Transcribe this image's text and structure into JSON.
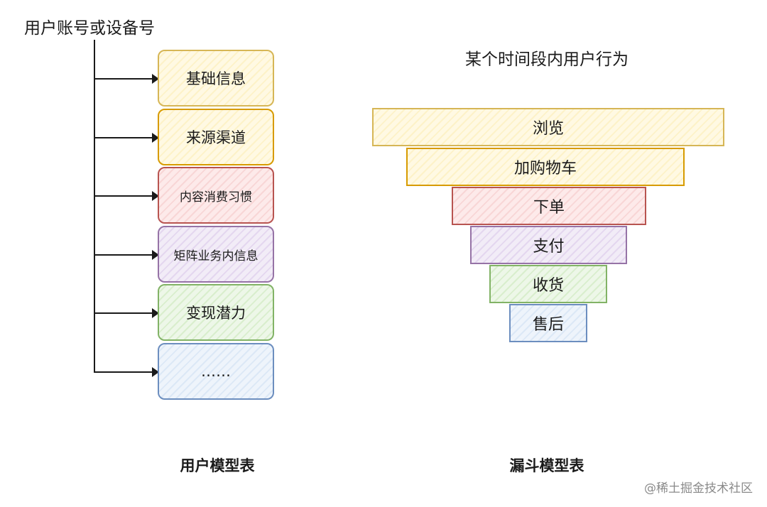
{
  "left_diagram": {
    "root_label": "用户账号或设备号",
    "items": [
      {
        "label": "基础信息",
        "color": "#d6b656"
      },
      {
        "label": "来源渠道",
        "color": "#d79b00"
      },
      {
        "label": "内容消费习惯",
        "color": "#b85450"
      },
      {
        "label": "矩阵业务内信息",
        "color": "#9673a6"
      },
      {
        "label": "变现潜力",
        "color": "#82b366"
      },
      {
        "label": "……",
        "color": "#6c8ebf"
      }
    ],
    "caption": "用户模型表"
  },
  "right_diagram": {
    "title": "某个时间段内用户行为",
    "stages": [
      {
        "label": "浏览",
        "color": "#d6b656"
      },
      {
        "label": "加购物车",
        "color": "#d79b00"
      },
      {
        "label": "下单",
        "color": "#b85450"
      },
      {
        "label": "支付",
        "color": "#9673a6"
      },
      {
        "label": "收货",
        "color": "#82b366"
      },
      {
        "label": "售后",
        "color": "#6c8ebf"
      }
    ],
    "caption": "漏斗模型表"
  },
  "watermark": "@稀土掘金技术社区"
}
